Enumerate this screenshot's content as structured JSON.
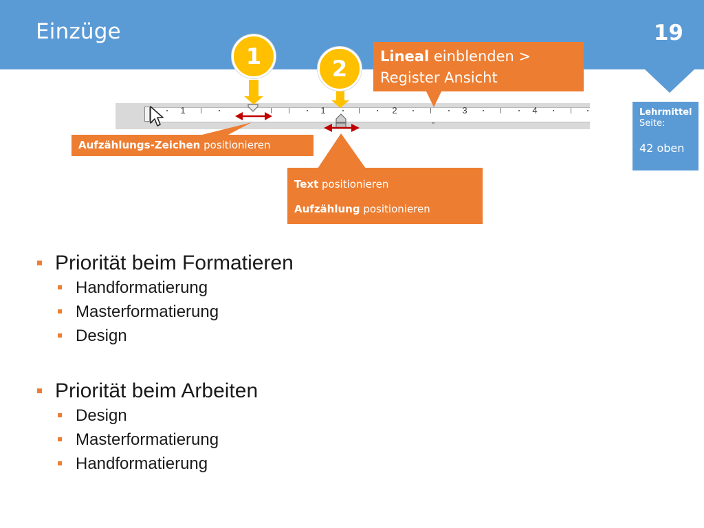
{
  "header": {
    "title": "Einzüge",
    "slide_number": "19"
  },
  "sidebar": {
    "heading": "Lehrmittel",
    "label": "Seite:",
    "value": "42 oben"
  },
  "ruler": {
    "numbers": [
      "1",
      "1",
      "2",
      "3",
      "4"
    ]
  },
  "callouts": {
    "lineal": {
      "strong": "Lineal",
      "rest": " einblenden >",
      "line2": "Register Ansicht"
    },
    "bullet_char": {
      "strong": "Aufzählungs-Zeichen",
      "rest": " positionieren"
    },
    "text_pos": {
      "line1_strong": "Text",
      "line1_rest": " positionieren",
      "line2_strong": "Aufzählung",
      "line2_rest": " positionieren"
    }
  },
  "badges": {
    "one": "1",
    "two": "2"
  },
  "colors": {
    "header_blue": "#5b9bd5",
    "accent_orange": "#ed7d31",
    "badge_yellow": "#ffc000",
    "arrow_red": "#c00000"
  },
  "content": {
    "groups": [
      {
        "title": "Priorität beim Formatieren",
        "items": [
          "Handformatierung",
          "Masterformatierung",
          "Design"
        ]
      },
      {
        "title": "Priorität beim Arbeiten",
        "items": [
          "Design",
          "Masterformatierung",
          "Handformatierung"
        ]
      }
    ]
  }
}
